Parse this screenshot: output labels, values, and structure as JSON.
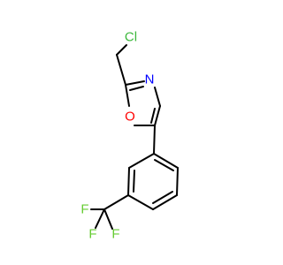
{
  "molecule": {
    "atoms": {
      "chlorine": {
        "symbol": "Cl",
        "color": "#3db83d"
      },
      "nitrogen": {
        "symbol": "N",
        "color": "#0000ff"
      },
      "oxygen": {
        "symbol": "O",
        "color": "#ff0000"
      },
      "fluorine_1": {
        "symbol": "F",
        "color": "#66cc33"
      },
      "fluorine_2": {
        "symbol": "F",
        "color": "#66cc33"
      },
      "fluorine_3": {
        "symbol": "F",
        "color": "#66cc33"
      }
    },
    "bond_color": "#000000"
  }
}
